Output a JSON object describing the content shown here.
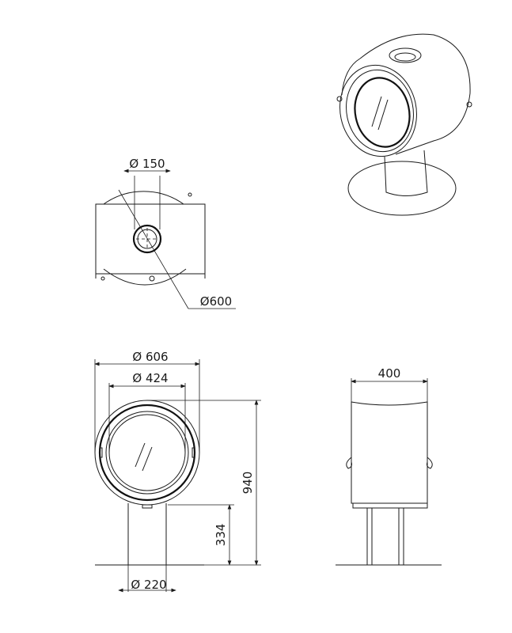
{
  "dimensions": {
    "flue_diameter": "150",
    "body_diameter_top": "600",
    "outer_diameter": "606",
    "door_diameter": "424",
    "height_total": "940",
    "flue_height": "334",
    "base_diameter": "220",
    "depth": "400"
  },
  "diameter_symbol": "Ø",
  "colors": {
    "line": "#1a1a1a",
    "background": "#ffffff"
  }
}
